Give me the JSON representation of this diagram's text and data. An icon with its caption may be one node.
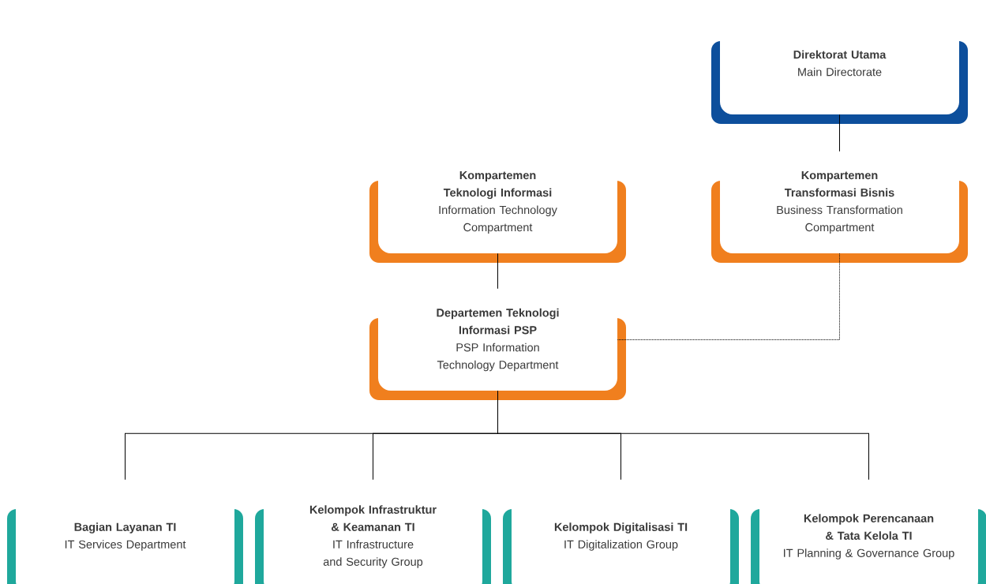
{
  "diagram": {
    "nodes": [
      {
        "text": [
          "Direktorat Utama",
          "Main Directorate"
        ]
      },
      {
        "text": [
          "Kompartemen Teknologi Informasi",
          "Information Technology Compartment"
        ]
      },
      {
        "text": [
          "Kompartemen Transformasi Bisnis",
          "Business Transformation Compartment"
        ]
      },
      {
        "text": [
          "Departemen Teknologi Informasi PSP",
          "PSP Information Technology Department"
        ]
      },
      {
        "text": [
          "Bagian Layanan TI",
          "IT Services Department"
        ]
      },
      {
        "text": [
          "Kelompok Infrastruktur & Keamanan TI",
          "IT Infrastructure and Security Group"
        ]
      },
      {
        "text": [
          "Kelompok Digitalisasi TI",
          "IT Digitalization Group"
        ]
      },
      {
        "text": [
          "Kelompok Perencanaan & Tata Kelola TI",
          "IT Planning & Governance Group"
        ]
      }
    ],
    "edges": [
      {
        "from": 0,
        "to": 2,
        "arrow": "none"
      },
      {
        "from": 1,
        "to": 3,
        "arrow": "none"
      },
      {
        "from": 2,
        "to": 3,
        "arrow": "none",
        "style": "dashed"
      },
      {
        "from": 3,
        "to": 4,
        "arrow": "none"
      },
      {
        "from": 3,
        "to": 5,
        "arrow": "none"
      },
      {
        "from": 3,
        "to": 6,
        "arrow": "none"
      },
      {
        "from": 3,
        "to": 7,
        "arrow": "none"
      }
    ]
  }
}
